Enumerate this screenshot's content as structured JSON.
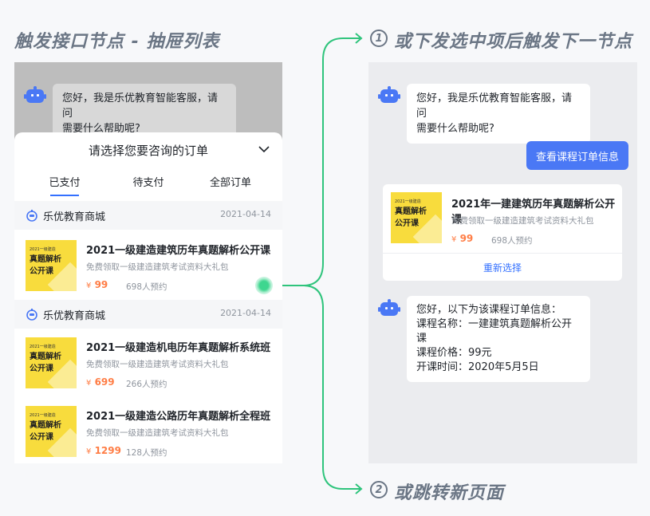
{
  "headings": {
    "left": "触发接口节点 - 抽屉列表",
    "right_num": "1",
    "right": "或下发选中项后触发下一节点",
    "bottom_num": "2",
    "bottom": "或跳转新页面"
  },
  "colors": {
    "accent": "#3370ff",
    "button": "#4a78f5",
    "price": "#ff7d45",
    "connector": "#2fc47c",
    "thumb": "#f8dc3d"
  },
  "greeting": {
    "line1": "您好，我是乐优教育智能客服，请问",
    "line2": "需要什么帮助呢?"
  },
  "drawer": {
    "title": "请选择您要咨询的订单",
    "chevron_icon": "chevron-down-icon",
    "tabs": [
      {
        "label": "已支付",
        "active": true
      },
      {
        "label": "待支付",
        "active": false
      },
      {
        "label": "全部订单",
        "active": false
      }
    ],
    "groups": [
      {
        "shop": "乐优教育商城",
        "date": "2021-04-14",
        "courses": [
          {
            "thumb_small": "2021一级建造",
            "thumb_line1": "真题解析",
            "thumb_line2": "公开课",
            "title": "2021一级建造建筑历年真题解析公开课",
            "subtitle": "免费领取一级建造建筑考试资料大礼包",
            "currency": "¥",
            "price": "99",
            "count": "698人预约"
          }
        ]
      },
      {
        "shop": "乐优教育商城",
        "date": "2021-04-14",
        "courses": [
          {
            "thumb_small": "2021一级建造",
            "thumb_line1": "真题解析",
            "thumb_line2": "公开课",
            "title": "2021一级建造机电历年真题解析系统班",
            "subtitle": "免费领取一级建造建筑考试资料大礼包",
            "currency": "¥",
            "price": "699",
            "count": "266人预约"
          },
          {
            "thumb_small": "2021一级建造",
            "thumb_line1": "真题解析",
            "thumb_line2": "公开课",
            "title": "2021一级建造公路历年真题解析全程班",
            "subtitle": "免费领取一级建造建筑考试资料大礼包",
            "currency": "¥",
            "price": "1299",
            "count": "128人预约"
          }
        ]
      }
    ]
  },
  "right": {
    "query_button": "查看课程订单信息",
    "card": {
      "thumb_small": "2021一级建造",
      "thumb_line1": "真题解析",
      "thumb_line2": "公开课",
      "title": "2021年一建建筑历年真题解析公开课",
      "subtitle": "免费领取一级建造建筑考试资料大礼包",
      "currency": "¥",
      "price": "99",
      "count": "698人预约",
      "reselect": "重新选择"
    },
    "info": {
      "line1": "您好，以下为该课程订单信息：",
      "line2": "课程名称：一建建筑真题解析公开课",
      "line3": "课程价格：99元",
      "line4": "开课时间：2020年5月5日"
    }
  }
}
